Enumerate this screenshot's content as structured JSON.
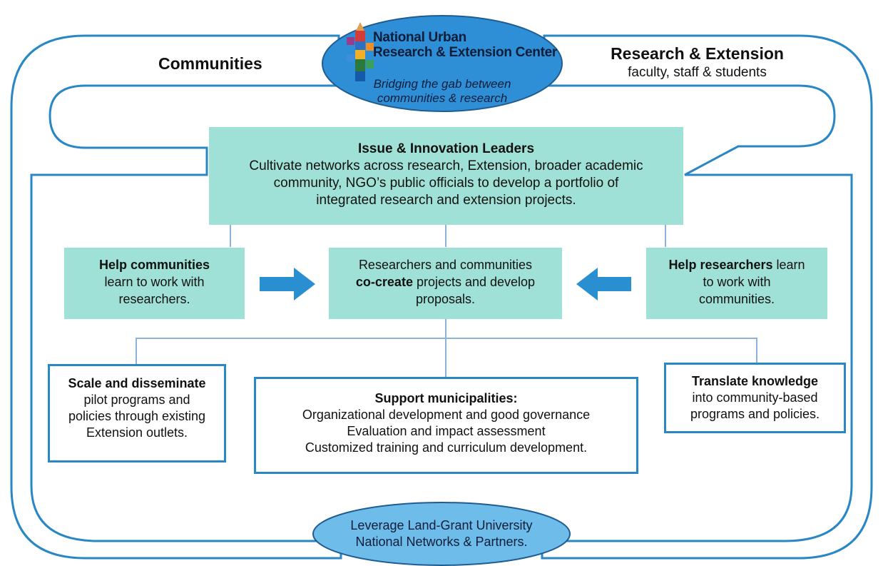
{
  "header": {
    "logo_line1": "National Urban",
    "logo_line2": "Research & Extension Center",
    "tagline_line1": "Bridging the gab between",
    "tagline_line2": "communities & research"
  },
  "sides": {
    "left_label": "Communities",
    "right_label": "Research & Extension",
    "right_sub": "faculty, staff & students"
  },
  "leaders": {
    "title": "Issue & Innovation Leaders",
    "line1": "Cultivate networks across research, Extension, broader academic",
    "line2": "community, NGO’s public officials to develop a portfolio of",
    "line3": "integrated research and extension projects."
  },
  "help_communities": {
    "bold": "Help communities",
    "line2": "learn to work with",
    "line3": "researchers."
  },
  "cocreate": {
    "line1": "Researchers and communities",
    "bold": "co-create",
    "line2_rest": " projects and develop",
    "line3": "proposals."
  },
  "help_researchers": {
    "bold": "Help researchers",
    "rest": " learn",
    "line2": "to work with",
    "line3": "communities."
  },
  "scale": {
    "bold": "Scale and disseminate",
    "line2": "pilot programs and",
    "line3": "policies through existing",
    "line4": "Extension outlets."
  },
  "support": {
    "bold": "Support municipalities:",
    "line2": "Organizational development and good governance",
    "line3": "Evaluation and impact assessment",
    "line4": "Customized training and curriculum development."
  },
  "translate": {
    "bold": "Translate knowledge",
    "line2": "into community-based",
    "line3": "programs and policies."
  },
  "bottom": {
    "line1": "Leverage Land-Grant University",
    "line2": "National Networks & Partners."
  },
  "colors": {
    "loop_stroke": "#2a87c6",
    "top_ellipse": "#2e8fd6",
    "bottom_ellipse": "#6dbcea",
    "teal_box": "#9fe1d6",
    "arrow": "#2a8fd0",
    "connector": "#8bb4dd"
  }
}
